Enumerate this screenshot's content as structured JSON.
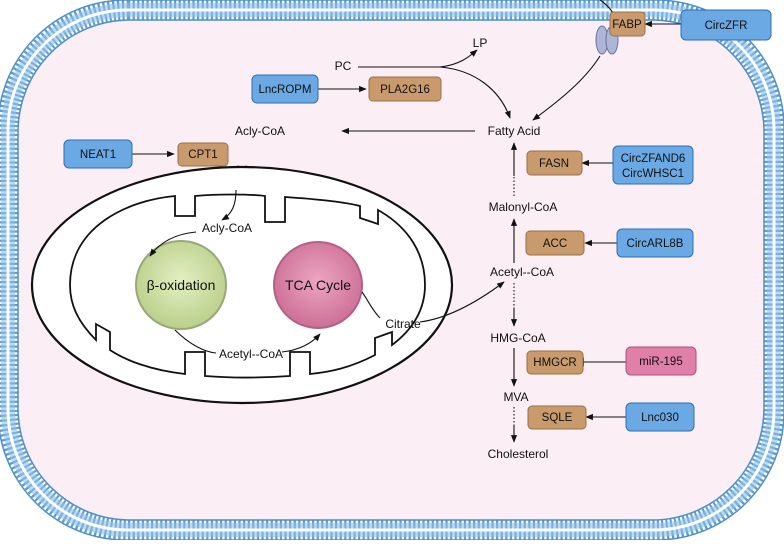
{
  "metabolites": {
    "pc": "PC",
    "lp": "LP",
    "fatty_acid": "Fatty Acid",
    "acly_coa_top": "Acly-CoA",
    "acly_coa_inner": "Acly-CoA",
    "malonyl_coa": "Malonyl-CoA",
    "acetyl_coa_outer": "Acetyl--CoA",
    "acetyl_coa_inner": "Acetyl--CoA",
    "citrate": "Citrate",
    "hmg_coa": "HMG-CoA",
    "mva": "MVA",
    "cholesterol": "Cholesterol"
  },
  "processes": {
    "beta_oxidation": "β-oxidation",
    "tca_cycle": "TCA Cycle"
  },
  "enzymes": {
    "fabp": "FABP",
    "pla2g16": "PLA2G16",
    "cpt1": "CPT1",
    "fasn": "FASN",
    "acc": "ACC",
    "hmgcr": "HMGCR",
    "sqle": "SQLE"
  },
  "regulators": {
    "circzfr": "CircZFR",
    "lncropm": "LncROPM",
    "neat1": "NEAT1",
    "circzfand6": "CircZFAND6",
    "circwhsc1": "CircWHSC1",
    "circarl8b": "CircARL8B",
    "mir195": "miR-195",
    "lnc030": "Lnc030"
  },
  "colors": {
    "regulator_box": "#6aa9e4",
    "enzyme_box": "#c89a6c",
    "inhibitor_box": "#e07fa8",
    "membrane": "#7fb6e0",
    "cytoplasm": "#fbeef5",
    "beta_oxidation": "#cfe0a6",
    "tca_cycle": "#de8cab"
  }
}
